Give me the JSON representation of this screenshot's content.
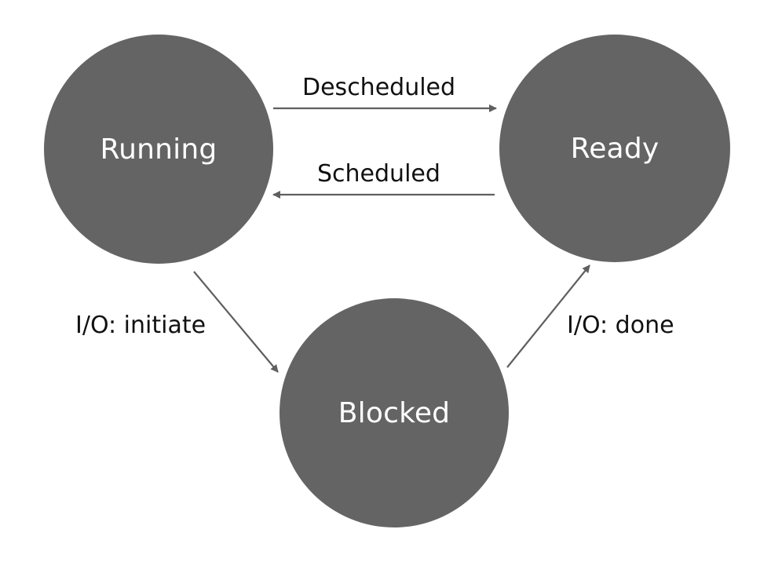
{
  "diagram": {
    "states": {
      "running": "Running",
      "ready": "Ready",
      "blocked": "Blocked"
    },
    "transitions": {
      "descheduled": "Descheduled",
      "scheduled": "Scheduled",
      "io_initiate": "I/O: initiate",
      "io_done": "I/O: done"
    }
  },
  "colors": {
    "state_fill": "#646464",
    "state_text": "#ffffff",
    "arrow": "#5f5f5f",
    "label_text": "#111111"
  }
}
